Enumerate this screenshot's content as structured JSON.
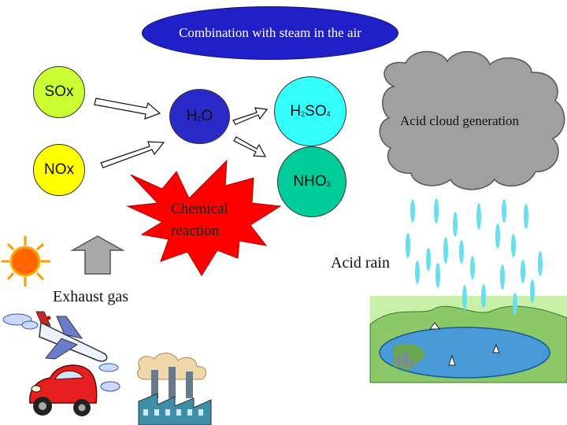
{
  "title": "Combination with steam in the air",
  "molecules": {
    "sox": {
      "base": "SOx"
    },
    "nox": {
      "base": "NOx"
    },
    "h2o": {
      "a": "H",
      "sub": "2",
      "b": "O"
    },
    "h2so4": {
      "a": "H",
      "sub1": "2",
      "b": "SO",
      "sub2": "4"
    },
    "hno3": {
      "a": "NHO",
      "sub": "3"
    }
  },
  "labels": {
    "cloud": "Acid  cloud generation",
    "chemical_line1": "Chemical",
    "chemical_line2": "reaction",
    "exhaust": "Exhaust gas",
    "acid_rain": "Acid rain"
  },
  "colors": {
    "title_oval": "#2020c8",
    "sox": "#ccff33",
    "nox": "#ffff00",
    "h2o": "#2929c8",
    "h2so4": "#33ffff",
    "hno3": "#00cc99",
    "starburst": "#ff0000",
    "cloud": "#a0a0a0",
    "rain": "#66e0f0",
    "lake": "#4a9ad8"
  },
  "icons": [
    "sun-icon",
    "airplane-icon",
    "car-icon",
    "factory-icon",
    "cloud-icon",
    "lake-landscape-icon",
    "rain-drops-icon",
    "up-arrow-icon",
    "starburst-icon"
  ]
}
